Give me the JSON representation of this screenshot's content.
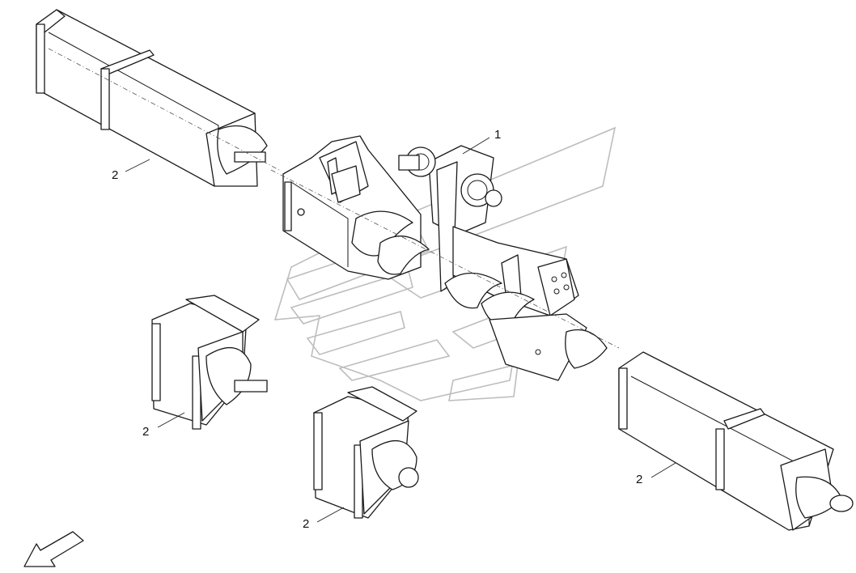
{
  "callouts": {
    "main_assembly": "1",
    "auger_section_top_left": "2",
    "auger_section_short_left": "2",
    "auger_section_short_center": "2",
    "auger_section_right": "2"
  },
  "icons": {
    "watermark": "brand-logo-watermark",
    "direction": "direction-arrow-icon"
  }
}
